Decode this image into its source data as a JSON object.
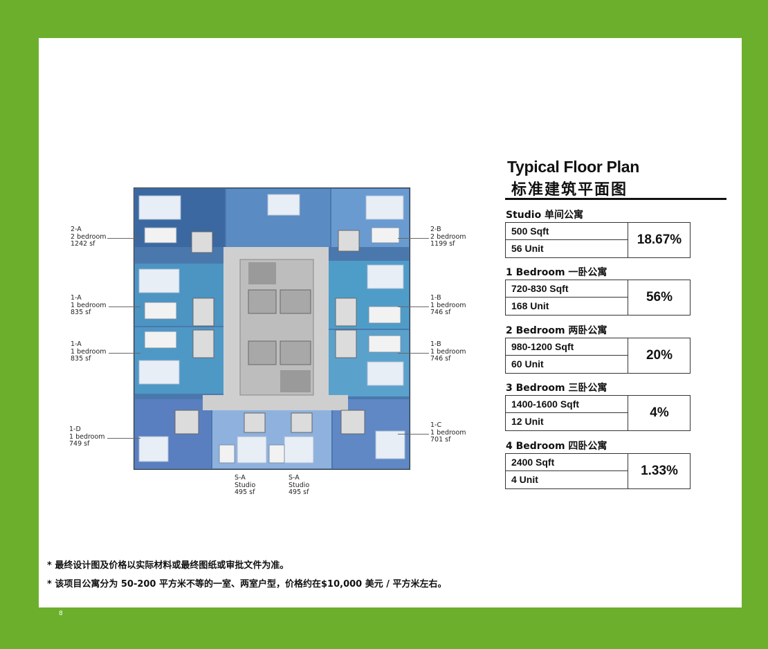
{
  "title": {
    "en": "Typical Floor Plan",
    "cn": "标准建筑平面图"
  },
  "units": [
    {
      "name": "Studio 单间公寓",
      "sqft": "500 Sqft",
      "count": "56 Unit",
      "percent": "18.67%"
    },
    {
      "name": "1 Bedroom 一卧公寓",
      "sqft": "720-830 Sqft",
      "count": "168 Unit",
      "percent": "56%"
    },
    {
      "name": "2 Bedroom 两卧公寓",
      "sqft": "980-1200 Sqft",
      "count": "60 Unit",
      "percent": "20%"
    },
    {
      "name": "3 Bedroom 三卧公寓",
      "sqft": "1400-1600 Sqft",
      "count": "12 Unit",
      "percent": "4%"
    },
    {
      "name": "4 Bedroom 四卧公寓",
      "sqft": "2400 Sqft",
      "count": "4 Unit",
      "percent": "1.33%"
    }
  ],
  "plan_labels": [
    {
      "id": "2-A",
      "type": "2 bedroom",
      "area": "1242 sf"
    },
    {
      "id": "2-B",
      "type": "2 bedroom",
      "area": "1199 sf"
    },
    {
      "id": "1-A",
      "type": "1 bedroom",
      "area": "835 sf"
    },
    {
      "id": "1-B",
      "type": "1 bedroom",
      "area": "746 sf"
    },
    {
      "id": "1-A",
      "type": "1 bedroom",
      "area": "835 sf"
    },
    {
      "id": "1-B",
      "type": "1 bedroom",
      "area": "746 sf"
    },
    {
      "id": "1-D",
      "type": "1 bedroom",
      "area": "749 sf"
    },
    {
      "id": "1-C",
      "type": "1 bedroom",
      "area": "701 sf"
    },
    {
      "id": "S-A",
      "type": "Studio",
      "area": "495 sf"
    },
    {
      "id": "S-A",
      "type": "Studio",
      "area": "495 sf"
    }
  ],
  "footnotes": [
    "* 最终设计图及价格以实际材料或最终图纸或审批文件为准。",
    "* 该项目公寓分为 50-200 平方米不等的一室、两室户型，价格约在$10,000 美元 / 平方米左右。"
  ],
  "page_number": "8",
  "colors": {
    "frame": "#6caf2c",
    "unit_dark_blue": "#3f6ea6",
    "unit_mid_blue": "#5b8dc4",
    "unit_teal": "#4f9ec6",
    "unit_light": "#8fb3dc",
    "core_gray": "#c4c4c4"
  }
}
